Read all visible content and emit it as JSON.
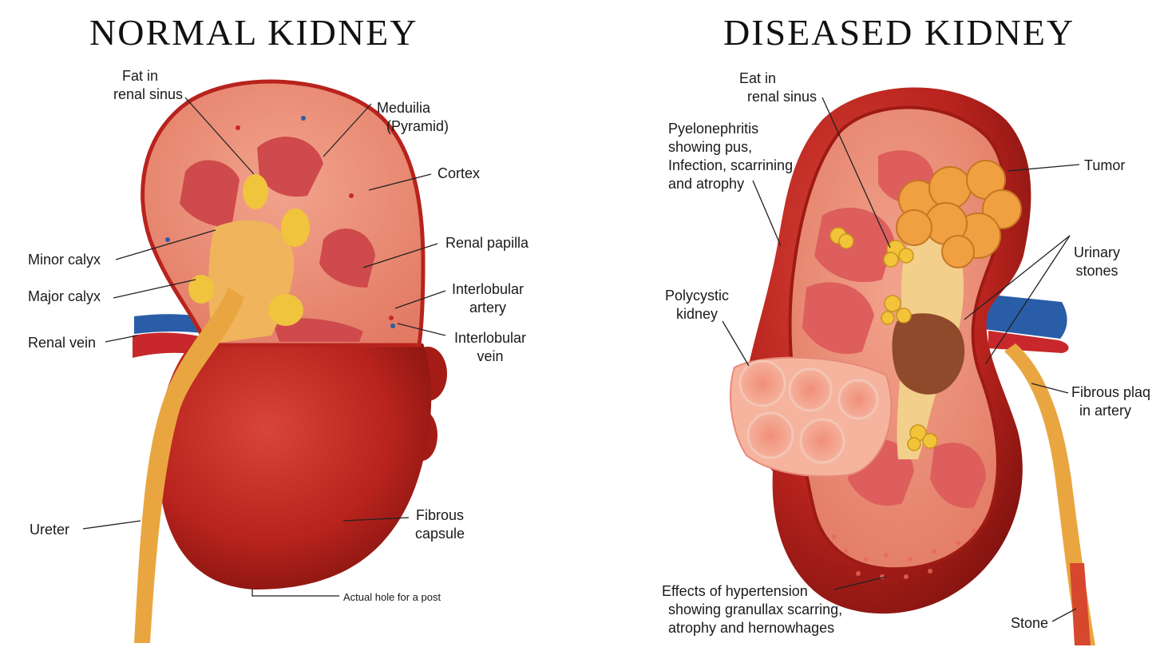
{
  "normal": {
    "title": "NORMAL  KIDNEY",
    "labels": {
      "fat_in_renal_sinus": [
        "Fat in",
        "renal sinus"
      ],
      "medulla": [
        "Meduilia",
        "(Pyramid)"
      ],
      "cortex": [
        "Cortex"
      ],
      "renal_papilla": [
        "Renal papilla"
      ],
      "minor_calyx": [
        "Minor calyx"
      ],
      "major_calyx": [
        "Major calyx"
      ],
      "interlobular_artery": [
        "Interlobular",
        "artery"
      ],
      "interlobular_vein": [
        "Interlobular",
        "vein"
      ],
      "renal_vein": [
        "Renal vein"
      ],
      "ureter": [
        "Ureter"
      ],
      "fibrous_capsule": [
        "Fibrous",
        "capsule"
      ],
      "post_hole": [
        "Actual hole for a post"
      ]
    }
  },
  "diseased": {
    "title": "DISEASED  KIDNEY",
    "labels": {
      "fat_in_renal_sinus": [
        "Eat in",
        "renal sinus"
      ],
      "pyelonephritis": [
        "Pyelonephritis",
        "showing pus,",
        "Infection, scarrining",
        "and atrophy"
      ],
      "tumor": [
        "Tumor"
      ],
      "urinary_stones": [
        "Urinary",
        "stones"
      ],
      "polycystic": [
        "Polycystic",
        "kidney"
      ],
      "fibrous_plaque": [
        "Fibrous plaq",
        "in artery"
      ],
      "hypertension": [
        "Effects of hypertension",
        "showing granullax scarring,",
        "atrophy and hernowhages"
      ],
      "stone": [
        "Stone"
      ]
    }
  },
  "colors": {
    "capsule": "#b8231d",
    "capsule_dark": "#8a1410",
    "cortex": "#e98c76",
    "medulla": "#cf4a4c",
    "fat": "#f0c43c",
    "ureter": "#e9a640",
    "vein": "#2a5da8",
    "artery": "#c8282c",
    "cyst": "#ef9a80"
  }
}
